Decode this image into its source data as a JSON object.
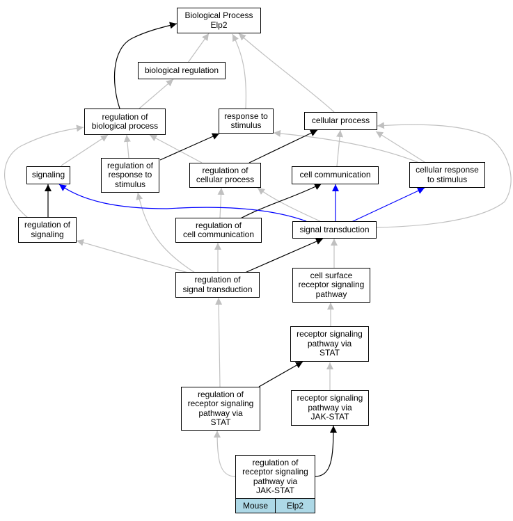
{
  "colors": {
    "gray_edge": "#c0c0c0",
    "black_edge": "#000000",
    "blue_edge": "#0000ff",
    "tag_fill": "#add8e6"
  },
  "nodes": {
    "bp": {
      "line1": "Biological Process",
      "line2": "Elp2"
    },
    "bioreg": {
      "line1": "biological regulation"
    },
    "regbio": {
      "line1": "regulation of",
      "line2": "biological process"
    },
    "respstim": {
      "line1": "response to",
      "line2": "stimulus"
    },
    "cellproc": {
      "line1": "cellular process"
    },
    "signaling": {
      "line1": "signaling"
    },
    "regresp": {
      "line1": "regulation of",
      "line2": "response to",
      "line3": "stimulus"
    },
    "regcell": {
      "line1": "regulation of",
      "line2": "cellular process"
    },
    "cellcomm": {
      "line1": "cell communication"
    },
    "cellresp": {
      "line1": "cellular response",
      "line2": "to stimulus"
    },
    "regsig": {
      "line1": "regulation of",
      "line2": "signaling"
    },
    "regcellcomm": {
      "line1": "regulation of",
      "line2": "cell communication"
    },
    "sigtrans": {
      "line1": "signal transduction"
    },
    "regsigtrans": {
      "line1": "regulation of",
      "line2": "signal transduction"
    },
    "cellsurf": {
      "line1": "cell surface",
      "line2": "receptor signaling",
      "line3": "pathway"
    },
    "rspstat": {
      "line1": "receptor signaling",
      "line2": "pathway via",
      "line3": "STAT"
    },
    "regrspstat": {
      "line1": "regulation of",
      "line2": "receptor signaling",
      "line3": "pathway via",
      "line4": "STAT"
    },
    "rspjak": {
      "line1": "receptor signaling",
      "line2": "pathway via",
      "line3": "JAK-STAT"
    },
    "regrspjak": {
      "line1": "regulation of",
      "line2": "receptor signaling",
      "line3": "pathway via",
      "line4": "JAK-STAT"
    }
  },
  "tags": {
    "organism": "Mouse",
    "gene": "Elp2"
  }
}
